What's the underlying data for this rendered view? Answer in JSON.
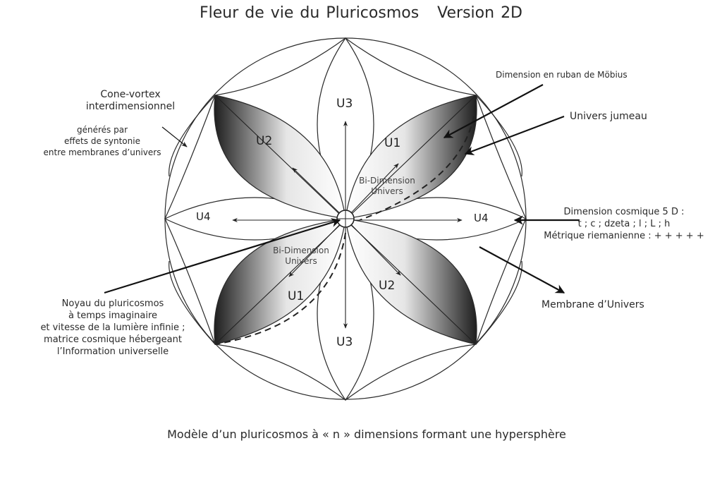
{
  "title": {
    "main": "Fleur de vie du Pluricosmos",
    "version": "Version 2D"
  },
  "caption": "Modèle d’un pluricosmos à « n » dimensions formant une hypersphère",
  "universes": {
    "u1": "U1",
    "u2": "U2",
    "u3": "U3",
    "u4": "U4"
  },
  "bi_dimension": {
    "line1": "Bi-Dimension",
    "line2": "Univers"
  },
  "annotations": {
    "cone_vortex": {
      "line1": "Cone-vortex",
      "line2": "interdimensionnel",
      "line3": "générés par",
      "line4": "effets de syntonie",
      "line5": "entre membranes d’univers"
    },
    "mobius": "Dimension en ruban de Möbius",
    "twin": "Univers jumeau",
    "cosmic_5d": {
      "line1": "Dimension cosmique 5 D :",
      "line2": "t ; c ; dzeta ; l ; L ; h",
      "line3": "Métrique riemanienne : + + + + +"
    },
    "membrane": "Membrane d’Univers",
    "core": {
      "line1": "Noyau du pluricosmos",
      "line2": "à temps imaginaire",
      "line3": "et vitesse de la lumière infinie ;",
      "line4": "matrice cosmique hébergeant",
      "line5": "l’Information universelle"
    }
  },
  "colors": {
    "ink": "#2a2a2a",
    "petal_dark": "#1e1e1e",
    "petal_light": "#ffffff"
  }
}
